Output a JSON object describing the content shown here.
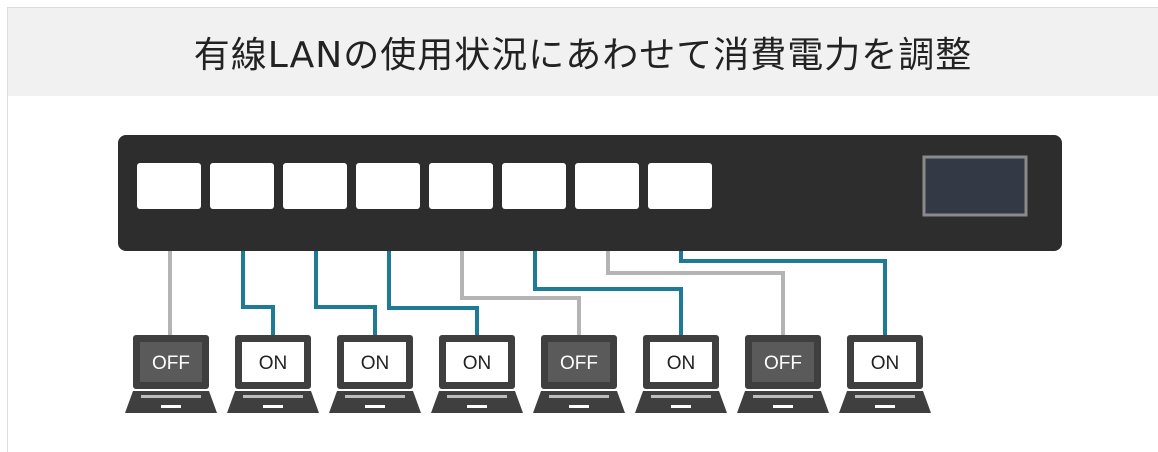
{
  "title": "有線LANの使用状況にあわせて消費電力を調整",
  "colors": {
    "switch_body": "#2d2d2d",
    "port": "#ffffff",
    "display_fill": "#343a45",
    "display_border": "#8a8a8a",
    "cable_on": "#1e7a95",
    "cable_off": "#b4b4b4",
    "laptop_dark": "#3f3f3f",
    "screen_off": "#5a5a5a",
    "screen_on": "#ffffff"
  },
  "devices": [
    {
      "status": "OFF",
      "state": "off"
    },
    {
      "status": "ON",
      "state": "on"
    },
    {
      "status": "ON",
      "state": "on"
    },
    {
      "status": "ON",
      "state": "on"
    },
    {
      "status": "OFF",
      "state": "off"
    },
    {
      "status": "ON",
      "state": "on"
    },
    {
      "status": "OFF",
      "state": "off"
    },
    {
      "status": "ON",
      "state": "on"
    }
  ]
}
